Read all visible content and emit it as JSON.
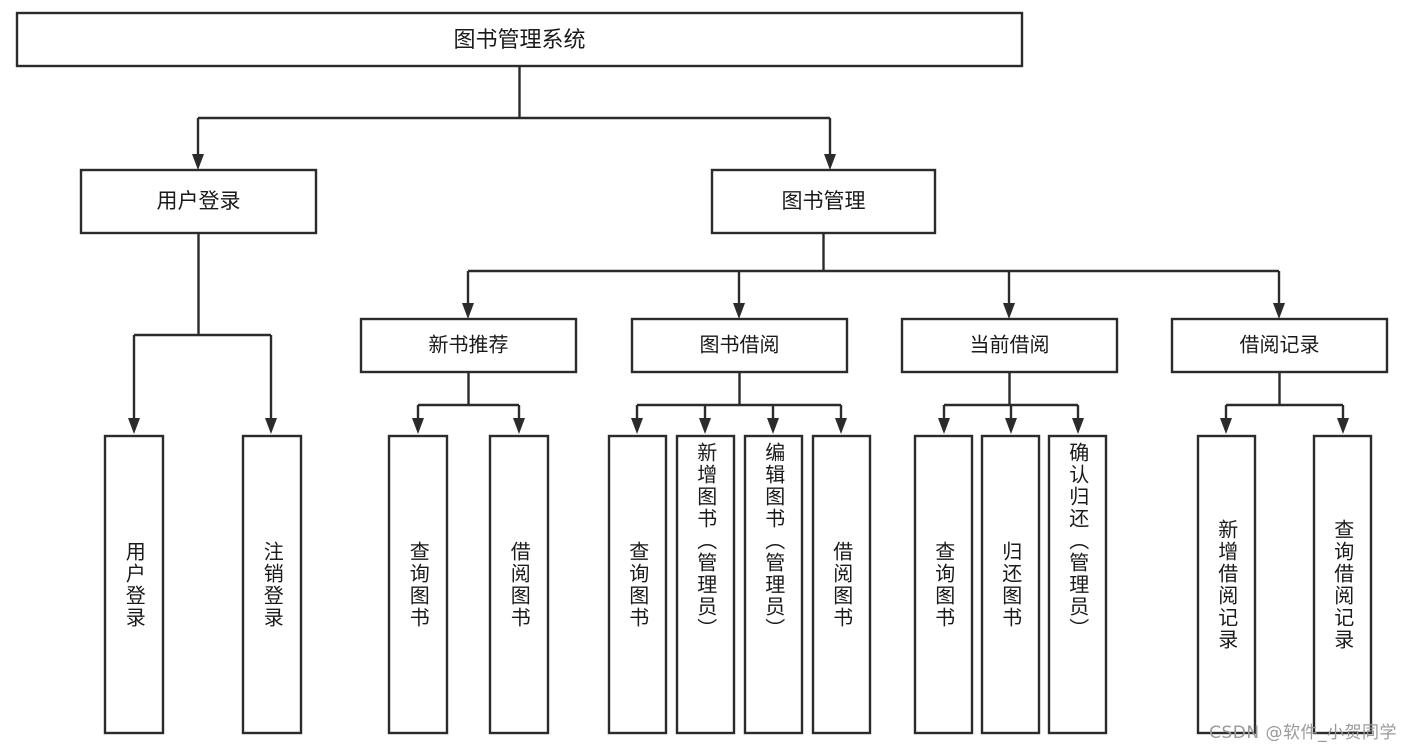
{
  "diagram": {
    "title": "图书管理系统",
    "type": "tree-hierarchy",
    "root": {
      "id": "root",
      "label": "图书管理系统"
    },
    "level1": [
      {
        "id": "user-login",
        "label": "用户登录"
      },
      {
        "id": "book-manage",
        "label": "图书管理"
      }
    ],
    "level2": [
      {
        "id": "new-book-rec",
        "label": "新书推荐",
        "parent": "book-manage"
      },
      {
        "id": "book-borrow",
        "label": "图书借阅",
        "parent": "book-manage"
      },
      {
        "id": "current-borrow",
        "label": "当前借阅",
        "parent": "book-manage"
      },
      {
        "id": "borrow-record",
        "label": "借阅记录",
        "parent": "book-manage"
      }
    ],
    "leaves": {
      "user-login": [
        {
          "id": "leaf-user-login",
          "label": "用户登录"
        },
        {
          "id": "leaf-logout",
          "label": "注销登录"
        }
      ],
      "new-book-rec": [
        {
          "id": "leaf-query-book-1",
          "label": "查询图书"
        },
        {
          "id": "leaf-borrow-book-1",
          "label": "借阅图书"
        }
      ],
      "book-borrow": [
        {
          "id": "leaf-query-book-2",
          "label": "查询图书"
        },
        {
          "id": "leaf-add-book",
          "label": "新增图书（管理员）"
        },
        {
          "id": "leaf-edit-book",
          "label": "编辑图书（管理员）"
        },
        {
          "id": "leaf-borrow-book-2",
          "label": "借阅图书"
        }
      ],
      "current-borrow": [
        {
          "id": "leaf-query-book-3",
          "label": "查询图书"
        },
        {
          "id": "leaf-return-book",
          "label": "归还图书"
        },
        {
          "id": "leaf-confirm-return",
          "label": "确认归还（管理员）"
        }
      ],
      "borrow-record": [
        {
          "id": "leaf-add-record",
          "label": "新增借阅记录"
        },
        {
          "id": "leaf-query-record",
          "label": "查询借阅记录"
        }
      ]
    },
    "colors": {
      "stroke": "#2b2b2b",
      "fill": "#ffffff",
      "text": "#1a1a1a",
      "background": "#ffffff",
      "watermark": "#9a9a9a"
    }
  },
  "watermark": {
    "text": "CSDN @软件_小贺同学"
  }
}
